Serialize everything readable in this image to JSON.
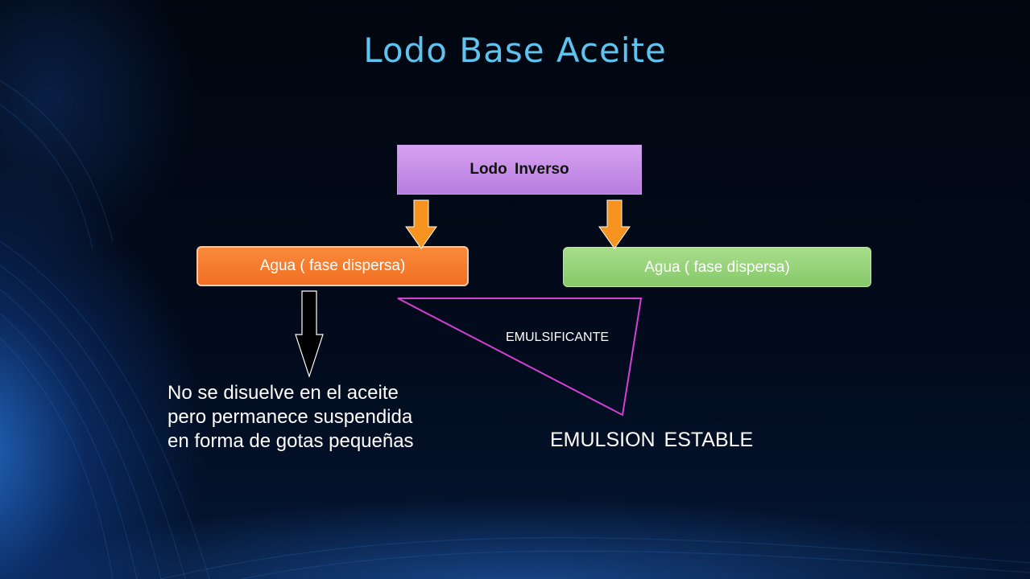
{
  "slide": {
    "title": "Lodo Base Aceite"
  },
  "diagram": {
    "top_box": "Lodo  Inverso",
    "left_box": "Agua ( fase dispersa)",
    "right_box": "Agua ( fase dispersa)",
    "emulsifier_label": "EMULSIFICANTE",
    "note": "No se disuelve en el aceite\npero permanece suspendida\nen forma de gotas pequeñas",
    "result_label": "EMULSION  ESTABLE"
  },
  "colors": {
    "title": "#5fc3ef",
    "top_box": "#c48ee6",
    "left_box": "#f37a2c",
    "right_box": "#94d278",
    "orange_arrow": "#f6921e",
    "black_arrow": "#000000",
    "triangle": "#d43fd4"
  }
}
